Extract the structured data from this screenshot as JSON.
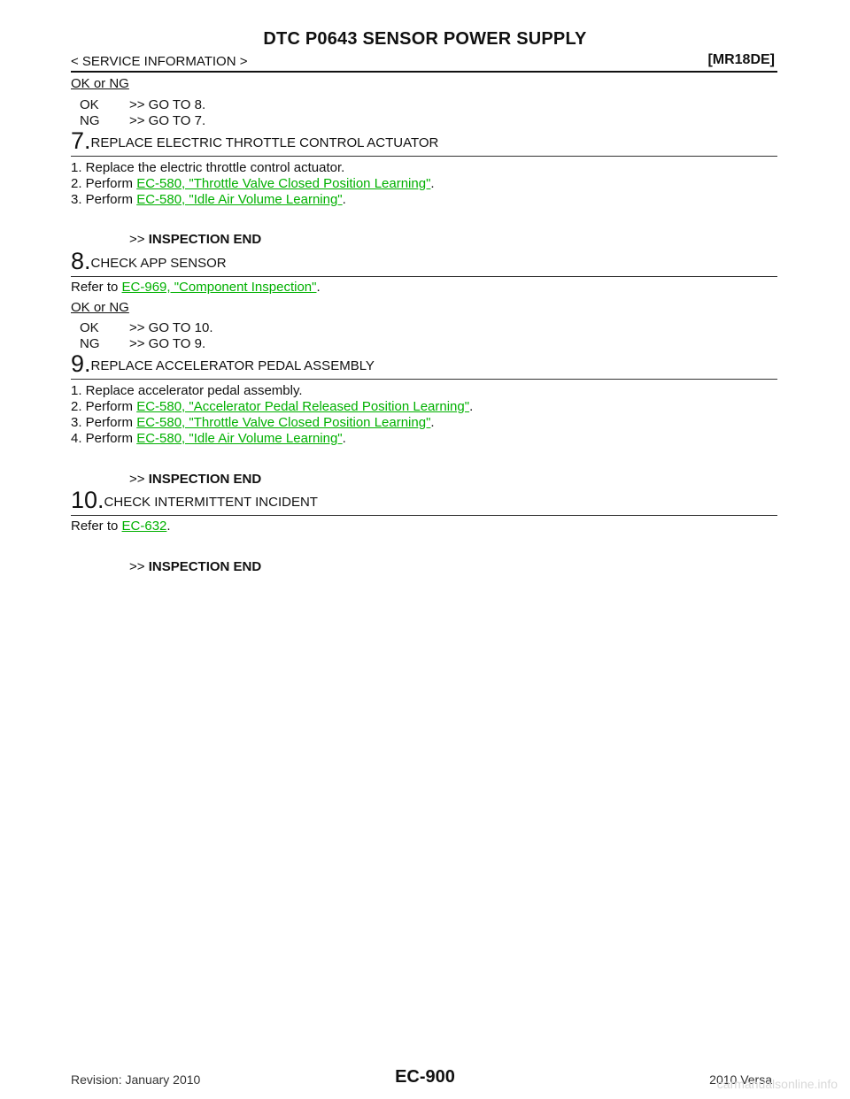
{
  "header": {
    "title": "DTC P0643 SENSOR POWER SUPPLY",
    "breadcrumb": "< SERVICE INFORMATION >",
    "engine": "[MR18DE]"
  },
  "ok_ng_label": "OK or NG",
  "block1": {
    "ok_key": "OK",
    "ok_val": ">> GO TO 8.",
    "ng_key": "NG",
    "ng_val": ">> GO TO 7."
  },
  "step7": {
    "num": "7.",
    "title": "REPLACE ELECTRIC THROTTLE CONTROL ACTUATOR",
    "items": [
      {
        "prefix": "1. Replace the electric throttle control actuator.",
        "link": "",
        "suffix": ""
      },
      {
        "prefix": "2. Perform ",
        "link": "EC-580, \"Throttle Valve Closed Position Learning\"",
        "suffix": "."
      },
      {
        "prefix": "3. Perform ",
        "link": "EC-580, \"Idle Air Volume Learning\"",
        "suffix": "."
      }
    ],
    "end_prefix": ">> ",
    "end_text": "INSPECTION END"
  },
  "step8": {
    "num": "8.",
    "title": "CHECK APP SENSOR",
    "refer_prefix": "Refer to ",
    "refer_link": "EC-969, \"Component Inspection\"",
    "refer_suffix": "."
  },
  "ok_ng_label_2": "OK or NG",
  "block2": {
    "ok_key": "OK",
    "ok_val": ">> GO TO 10.",
    "ng_key": "NG",
    "ng_val": ">> GO TO 9."
  },
  "step9": {
    "num": "9.",
    "title": "REPLACE ACCELERATOR PEDAL ASSEMBLY",
    "items": [
      {
        "prefix": "1. Replace accelerator pedal assembly.",
        "link": "",
        "suffix": ""
      },
      {
        "prefix": "2. Perform ",
        "link": "EC-580, \"Accelerator Pedal Released Position Learning\"",
        "suffix": "."
      },
      {
        "prefix": "3. Perform ",
        "link": "EC-580, \"Throttle Valve Closed Position Learning\"",
        "suffix": "."
      },
      {
        "prefix": "4. Perform ",
        "link": "EC-580, \"Idle Air Volume Learning\"",
        "suffix": "."
      }
    ],
    "end_prefix": ">> ",
    "end_text": "INSPECTION END"
  },
  "step10": {
    "num": "10.",
    "title": "CHECK INTERMITTENT INCIDENT",
    "refer_prefix": "Refer to ",
    "refer_link": "EC-632",
    "refer_suffix": ".",
    "end_prefix": ">> ",
    "end_text": "INSPECTION END"
  },
  "footer": {
    "revision": "Revision: January 2010",
    "page": "EC-900",
    "model": "2010 Versa",
    "watermark": "carmanualsonline.info"
  },
  "colors": {
    "link": "#00b000",
    "text": "#111111"
  }
}
